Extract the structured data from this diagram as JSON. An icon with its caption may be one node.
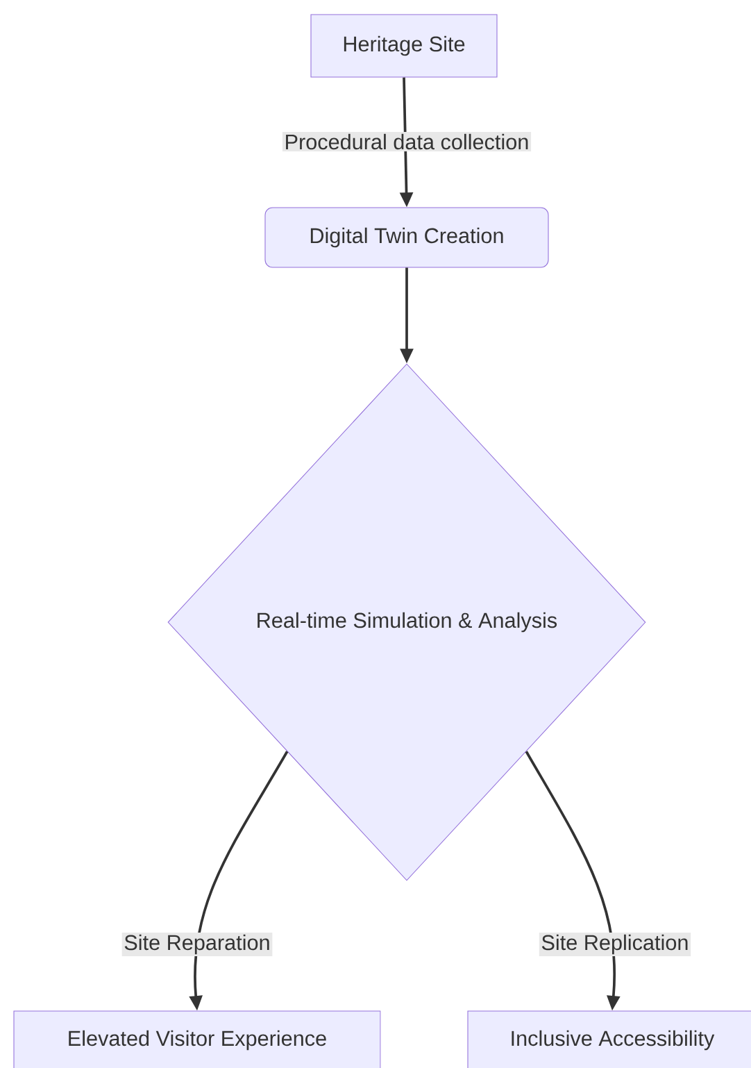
{
  "diagram": {
    "nodes": [
      {
        "text": [
          "Heritage Site"
        ]
      },
      {
        "text": [
          "Digital Twin Creation"
        ]
      },
      {
        "text": [
          "Real-time Simulation & Analysis"
        ]
      },
      {
        "text": [
          "Elevated Visitor Experience"
        ]
      },
      {
        "text": [
          "Inclusive Accessibility"
        ]
      }
    ],
    "edges": [
      {
        "from": 0,
        "to": 1,
        "arrow": "to",
        "label": "Procedural data collection"
      },
      {
        "from": 1,
        "to": 2,
        "arrow": "to"
      },
      {
        "from": 2,
        "to": 3,
        "arrow": "to",
        "label": "Site Reparation"
      },
      {
        "from": 2,
        "to": 4,
        "arrow": "to",
        "label": "Site Replication"
      }
    ]
  }
}
